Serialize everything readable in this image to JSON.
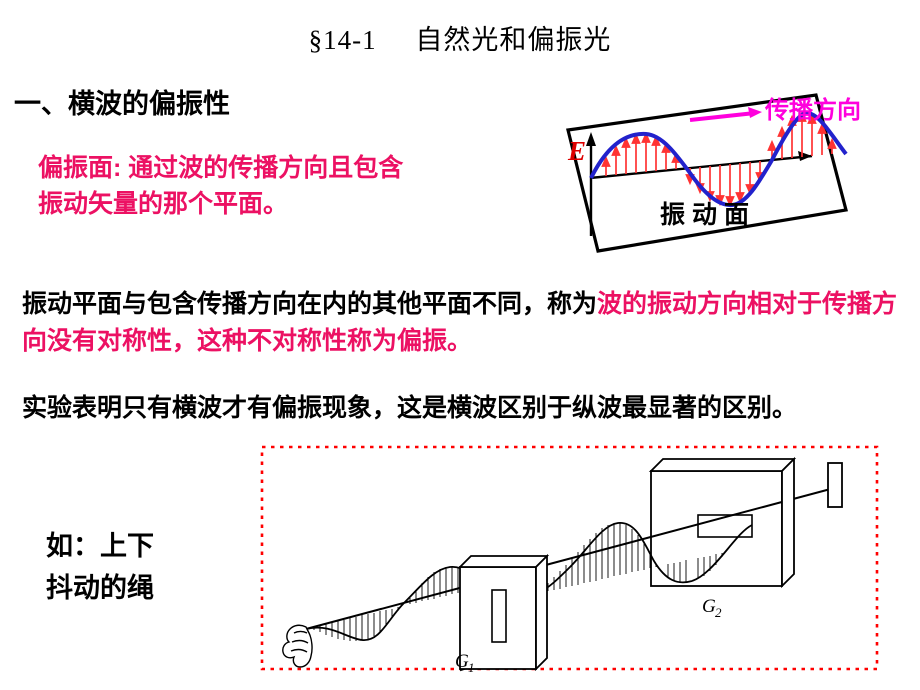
{
  "slide": {
    "title": "§14-1     自然光和偏振光",
    "section_heading": "一、横波的偏振性",
    "definition": {
      "line1": "偏振面: 通过波的传播方向且包含",
      "line2": "振动矢量的那个平面。"
    },
    "paragraph_polarization": {
      "black_part": "振动平面与包含传播方向在内的其他平面不同，称为",
      "magenta_part": "波的振动方向相对于传播方向没有对称性，这种不对称性称为偏振。"
    },
    "paragraph_transverse": "实验表明只有横波才有偏振现象，这是横波区别于纵波最显著的区别。",
    "example_caption": {
      "line1": "如：上下",
      "line2": "抖动的绳"
    }
  },
  "vibration_plane_figure": {
    "field_label": "E",
    "propagation_label": "传播方向",
    "plane_label": "振动面",
    "colors": {
      "wave": "#2222cc",
      "arrows": "#ff3333",
      "field_label": "#dd0000",
      "propagation_label": "#ff00dd",
      "plane_outline": "#000000"
    }
  },
  "rope_experiment_figure": {
    "first_polarizer_label": "G",
    "first_polarizer_sub": "1",
    "second_polarizer_label": "G",
    "second_polarizer_sub": "2",
    "border_color": "#ff0000",
    "line_color": "#000000"
  },
  "theme": {
    "background": "#ffffff",
    "text_black": "#000000",
    "accent_magenta": "#ec1163",
    "accent_bright_magenta": "#ff00dd",
    "accent_red": "#ff0000"
  }
}
